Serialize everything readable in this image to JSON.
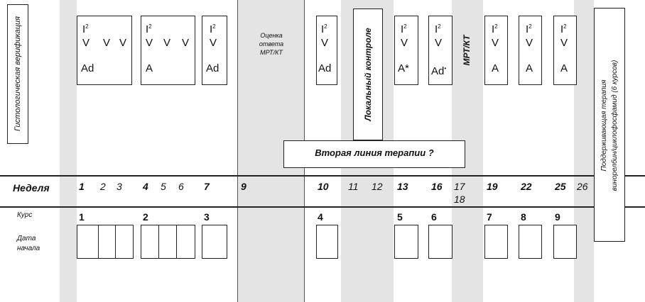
{
  "left_label": "Гистологическая верификация",
  "response_label": [
    "Оценка",
    "ответа",
    "МРТ/КТ"
  ],
  "local_control": "Локальный контроле",
  "mri_ct": "МРТ/КТ",
  "second_line": "Вторая линия терапии ?",
  "maintenance": [
    "Поддерживающая терапия",
    "винорелбин/циклофосфамид (6 курсов)"
  ],
  "row_week_label": "Неделя",
  "row_course_label": "Курс",
  "row_start_label": [
    "Дата",
    "начала"
  ],
  "weeks": [
    "1",
    "2",
    "3",
    "4",
    "5",
    "6",
    "7",
    "9",
    "10",
    "11",
    "12",
    "13",
    "16",
    "17",
    "18",
    "19",
    "22",
    "25",
    "26"
  ],
  "courses": [
    "1",
    "2",
    "3",
    "4",
    "5",
    "6",
    "7",
    "8",
    "9"
  ],
  "drugs": {
    "I": "I",
    "sq": "2",
    "V": "V",
    "Ad": "Ad",
    "A": "A",
    "A_star": "A*",
    "Ad_dot": "Ad"
  },
  "dot": "•"
}
